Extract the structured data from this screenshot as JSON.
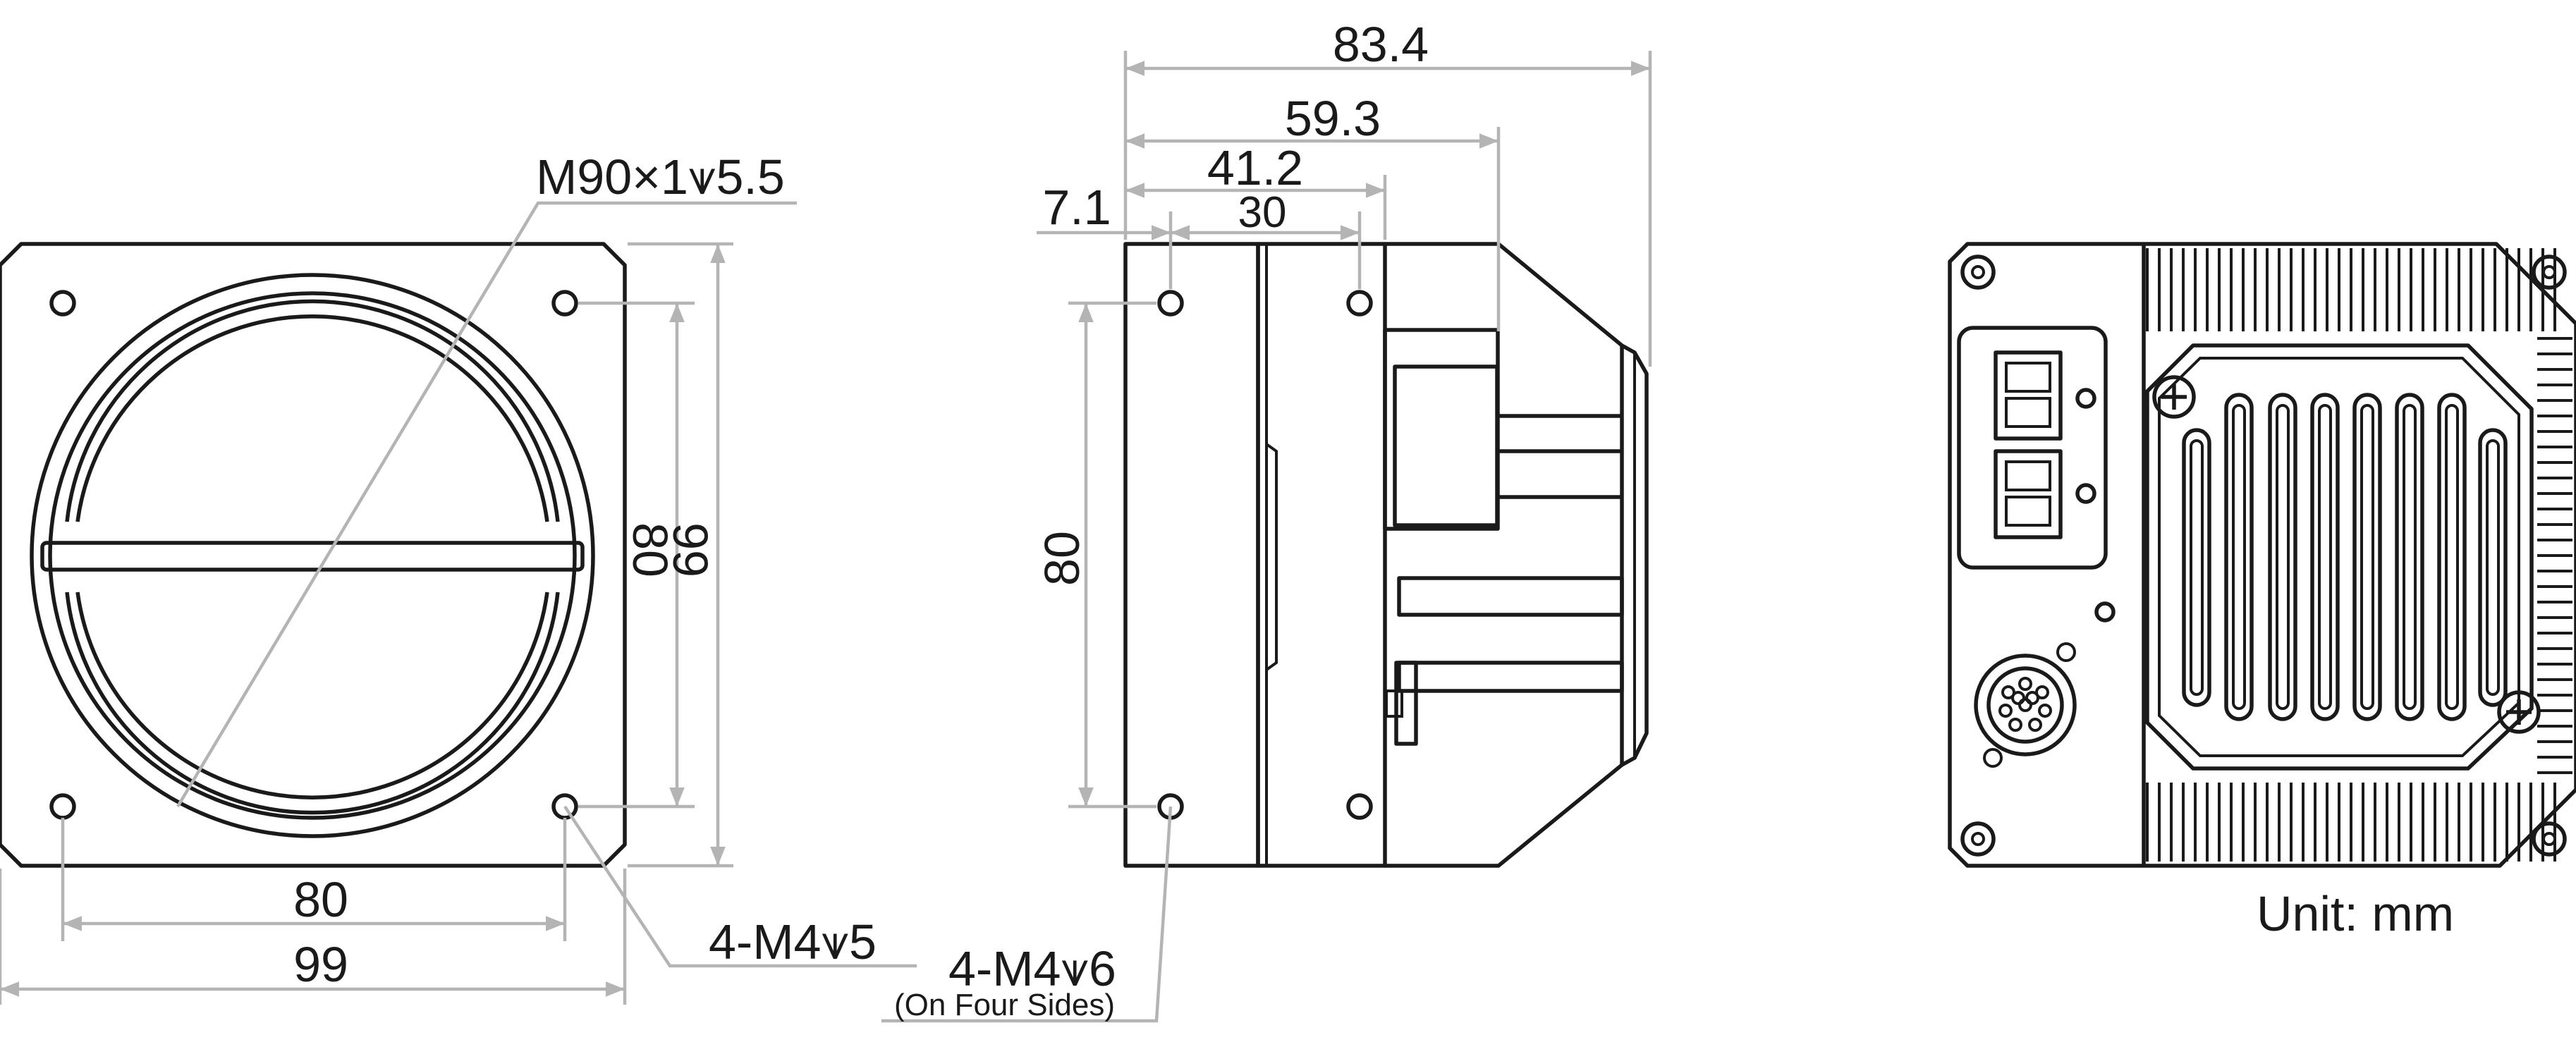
{
  "front_view": {
    "thread_label": "M90×1⩛5.5",
    "dim_hole_spacing_h": "80",
    "dim_width": "99",
    "dim_hole_spacing_v": "80",
    "dim_height": "99",
    "hole_label": "4-M4⩛5"
  },
  "side_view": {
    "dim_total_length": "83.4",
    "dim_59": "59.3",
    "dim_41": "41.2",
    "dim_30": "30",
    "dim_7": "7.1",
    "dim_hole_spacing_v": "80",
    "hole_label": "4-M4⩛6",
    "hole_note": "(On Four Sides)"
  },
  "back_view": {
    "unit_label": "Unit: mm"
  },
  "colors": {
    "line": "#1a1a1a",
    "dimension": "#b4b4b4",
    "background": "#ffffff"
  }
}
